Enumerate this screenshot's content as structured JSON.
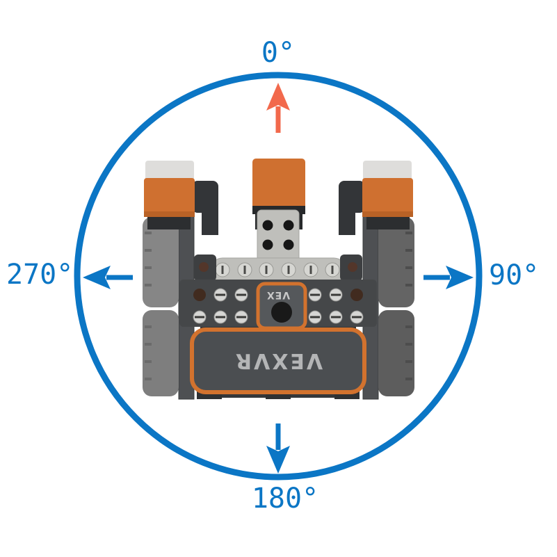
{
  "figure": {
    "description": "Top-down view of a VEX VR robot centered in a blue heading circle with four direction arrows",
    "background_color": "#ffffff",
    "circle": {
      "color": "#0b76c5",
      "stroke_width": 9
    },
    "labels": {
      "top": "0°",
      "right": "90°",
      "bottom": "180°",
      "left": "270°",
      "color": "#0b76c5"
    },
    "arrows": {
      "up": {
        "heading": "0°",
        "color": "#f2694c"
      },
      "right": {
        "heading": "90°",
        "color": "#0b76c5"
      },
      "down": {
        "heading": "180°",
        "color": "#0b76c5"
      },
      "left": {
        "heading": "270°",
        "color": "#0b76c5"
      }
    },
    "robot": {
      "name": "VEX VR robot top view",
      "brain_label": "VEX",
      "plate_label": "VEXVR",
      "colors": {
        "accent_orange": "#cf7030",
        "border_orange": "#d2722e",
        "body_dark": "#3b3d40",
        "beam_light": "#bfbfbb",
        "wheel_gray_left": "#868686",
        "wheel_gray_right": "#646464",
        "sensor_cap_white": "#dedddb",
        "logo_text": "#b4b5b6"
      }
    }
  }
}
